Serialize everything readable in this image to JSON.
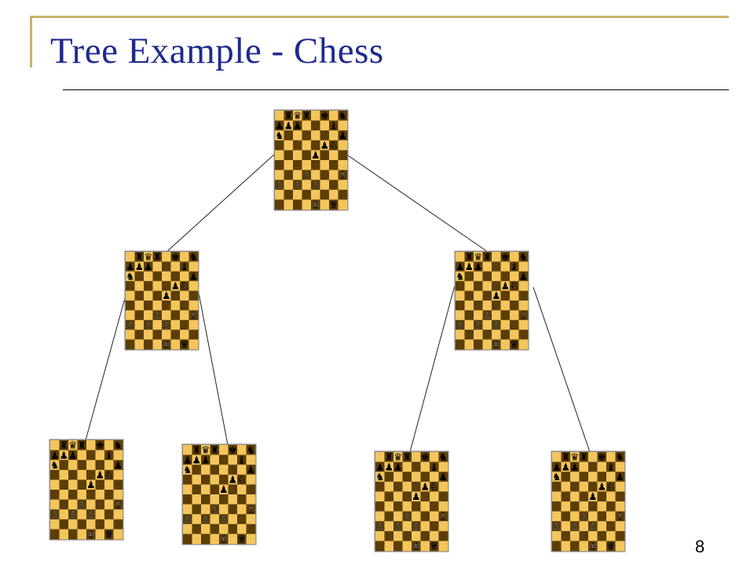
{
  "slide": {
    "title": "Tree Example - Chess",
    "page_number": "8"
  },
  "colors": {
    "title": "#1f2a8f",
    "accent_frame": "#c9b46a",
    "light_square": "#f3c55c",
    "dark_square": "#5c3d05",
    "board_border": "#8a8a8a"
  },
  "tree": {
    "nodes": [
      {
        "id": "root"
      },
      {
        "id": "left-child"
      },
      {
        "id": "right-child"
      },
      {
        "id": "left-left-leaf"
      },
      {
        "id": "left-right-leaf"
      },
      {
        "id": "right-left-leaf"
      },
      {
        "id": "right-right-leaf"
      }
    ],
    "edges": [
      [
        "root",
        "left-child"
      ],
      [
        "root",
        "right-child"
      ],
      [
        "left-child",
        "left-left-leaf"
      ],
      [
        "left-child",
        "left-right-leaf"
      ],
      [
        "right-child",
        "right-left-leaf"
      ],
      [
        "right-child",
        "right-right-leaf"
      ]
    ]
  }
}
